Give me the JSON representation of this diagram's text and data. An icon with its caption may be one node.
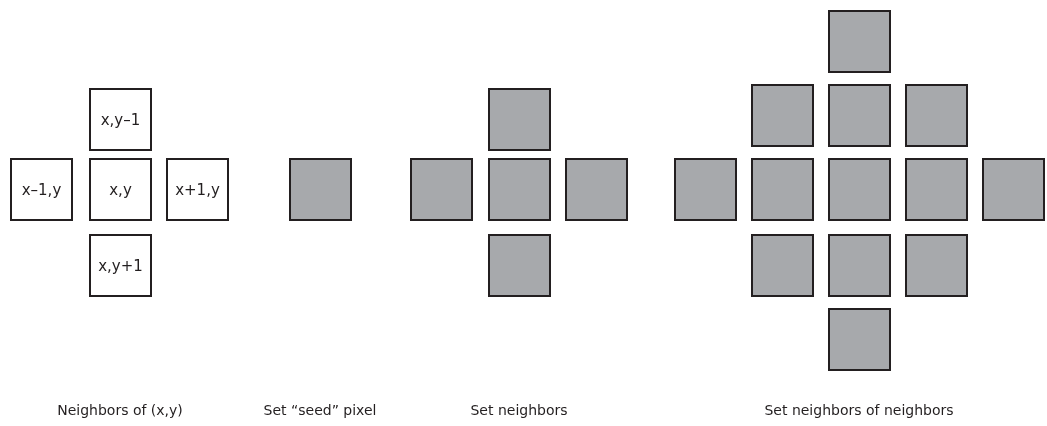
{
  "diagram": {
    "nodes": [
      {
        "text": [
          "x,y–1"
        ]
      },
      {
        "text": [
          "x–1,y"
        ]
      },
      {
        "text": [
          "x,y"
        ]
      },
      {
        "text": [
          "x+1,y"
        ]
      },
      {
        "text": [
          "x,y+1"
        ]
      },
      {
        "text": [],
        "shape": "box"
      },
      {
        "text": [],
        "shape": "box"
      },
      {
        "text": [],
        "shape": "box"
      },
      {
        "text": [],
        "shape": "box"
      },
      {
        "text": [],
        "shape": "box"
      },
      {
        "text": [],
        "shape": "box"
      },
      {
        "text": [],
        "shape": "box"
      },
      {
        "text": [],
        "shape": "box"
      },
      {
        "text": [],
        "shape": "box"
      },
      {
        "text": [],
        "shape": "box"
      },
      {
        "text": [],
        "shape": "box"
      },
      {
        "text": [],
        "shape": "box"
      },
      {
        "text": [],
        "shape": "box"
      },
      {
        "text": [],
        "shape": "box"
      },
      {
        "text": [],
        "shape": "box"
      },
      {
        "text": [],
        "shape": "box"
      },
      {
        "text": [],
        "shape": "box"
      },
      {
        "text": [],
        "shape": "box"
      },
      {
        "text": [],
        "shape": "box"
      }
    ],
    "labels": [
      "Neighbors of (x,y)",
      "Set “seed” pixel",
      "Set neighbors",
      "Set neighbors of neighbors"
    ]
  }
}
